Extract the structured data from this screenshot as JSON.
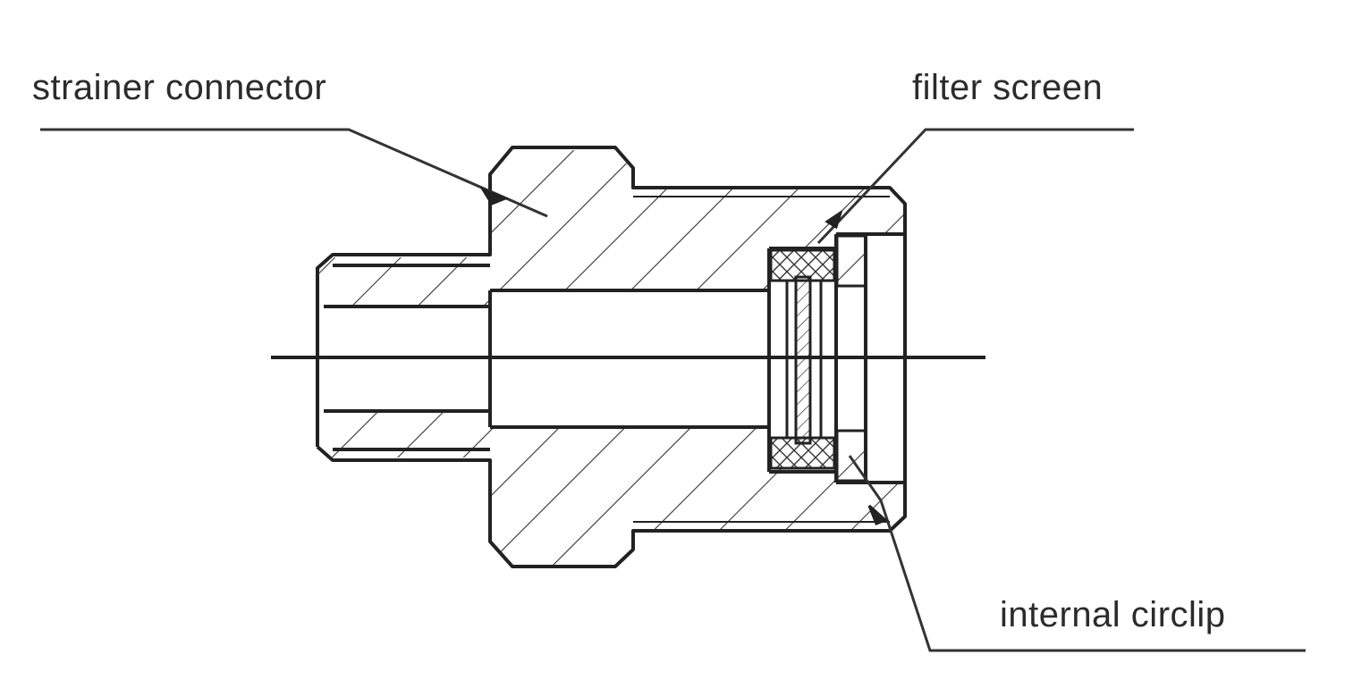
{
  "diagram": {
    "labels": {
      "strainer_connector": "strainer connector",
      "filter_screen": "filter screen",
      "internal_circlip": "internal circlip"
    }
  },
  "colors": {
    "line": "#222222",
    "background": "#ffffff",
    "text": "#2b2b2b"
  }
}
